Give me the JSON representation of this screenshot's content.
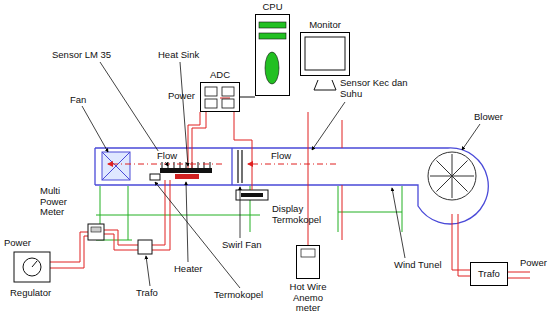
{
  "diagram": {
    "nodes": [
      {
        "text": [
          "CPU"
        ]
      },
      {
        "text": [
          "Monitor"
        ]
      },
      {
        "text": [
          "ADC"
        ]
      },
      {
        "text": [
          "Trafo"
        ]
      },
      {
        "text": [
          "Hot Wire Anemo meter"
        ]
      }
    ],
    "labels": [
      "Sensor LM 35",
      "Heat Sink",
      "Fan",
      "Multi Power Meter",
      "Power",
      "Regulator",
      "Trafo",
      "Heater",
      "Termokopel",
      "Swirl Fan",
      "Display Termokopel",
      "Flow",
      "Flow",
      "Sensor Kec dan Suhu",
      "Blower",
      "Wind Tunel",
      "Power",
      "Power"
    ]
  }
}
